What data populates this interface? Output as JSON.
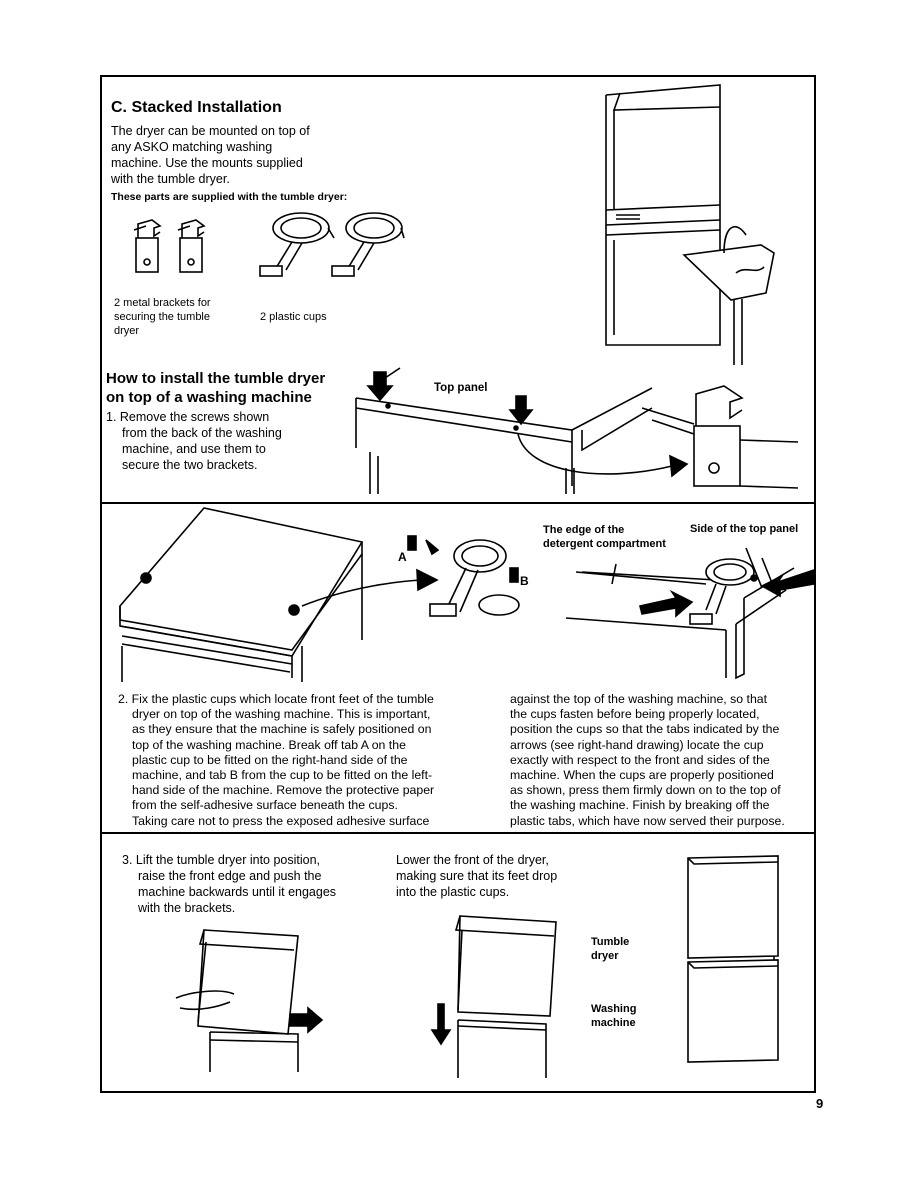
{
  "section_c": {
    "title": "C. Stacked Installation",
    "intro": [
      "The dryer can be mounted on top of",
      "any ASKO matching washing",
      "machine. Use the mounts supplied",
      "with the tumble dryer."
    ],
    "parts_heading": "These parts are supplied with the tumble dryer:",
    "parts": [
      {
        "label_lines": [
          "2 metal brackets for",
          "securing the tumble",
          "dryer"
        ],
        "icon": "metal-bracket-icon"
      },
      {
        "label_lines": [
          "2 plastic cups"
        ],
        "icon": "plastic-cup-icon"
      }
    ]
  },
  "how_to": {
    "title_lines": [
      "How to install the tumble dryer",
      "on top of a washing machine"
    ],
    "step1": [
      "1. Remove the screws shown",
      "from the back of the washing",
      "machine, and use them to",
      "secure the two brackets."
    ],
    "top_panel_label": "Top panel"
  },
  "step2": {
    "label_A": "A",
    "label_B": "B",
    "edge_label_lines": [
      "The edge of the",
      "detergent compartment"
    ],
    "side_label": "Side of the top panel",
    "left_col": [
      "2. Fix the plastic cups which locate front feet of the tumble",
      "dryer on top of the washing machine. This is important,",
      "as they ensure that the machine is safely positioned on",
      "top of the washing machine. Break off tab A on the",
      "plastic cup to be fitted on the right-hand side of the",
      "machine, and tab B from the cup to be fitted on the left-",
      "hand side of the machine. Remove the protective paper",
      "from the self-adhesive surface beneath the cups.",
      "Taking care not to press the exposed adhesive surface"
    ],
    "right_col": [
      "against the top of the washing machine, so that",
      "the cups fasten before being properly located,",
      "position the cups so that the tabs indicated by the",
      "arrows (see right-hand drawing) locate the cup",
      "exactly with respect to the front and sides of the",
      "machine. When the cups are properly positioned",
      "as shown, press them firmly down on to the top of",
      "the washing machine. Finish by breaking off the",
      "plastic tabs, which have now served their purpose."
    ]
  },
  "step3": {
    "left": [
      "3. Lift the tumble dryer into position,",
      "raise the front edge and push the",
      "machine backwards until it engages",
      "with the brackets."
    ],
    "middle": [
      "Lower the front of the dryer,",
      "making sure that its feet drop",
      "into the plastic cups."
    ],
    "tumble_dryer_label": [
      "Tumble",
      "dryer"
    ],
    "washing_machine_label": [
      "Washing",
      "machine"
    ]
  },
  "page_number": "9"
}
